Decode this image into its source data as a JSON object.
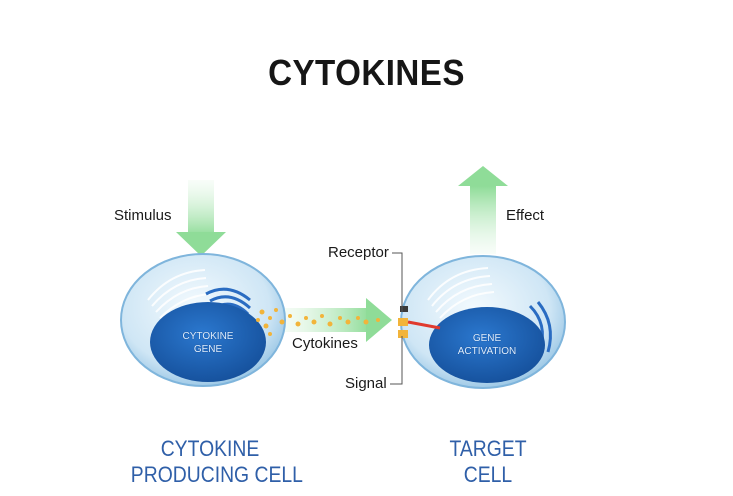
{
  "title": "CYTOKINES",
  "labels": {
    "stimulus": "Stimulus",
    "effect": "Effect",
    "receptor": "Receptor",
    "cytokines": "Cytokines",
    "signal": "Signal"
  },
  "left_cell": {
    "nucleus_line1": "CYTOKINE",
    "nucleus_line2": "GENE",
    "caption_line1": "CYTOKINE",
    "caption_line2": "PRODUCING CELL"
  },
  "right_cell": {
    "nucleus_line1": "GENE",
    "nucleus_line2": "ACTIVATION",
    "caption_line1": "TARGET",
    "caption_line2": "CELL"
  },
  "colors": {
    "caption": "#2f5fa8",
    "cell_fill": "#d9ecf8",
    "nucleus": "#1f63b8",
    "arrow": "#9fe0a8",
    "signal": "#e03a2e"
  }
}
